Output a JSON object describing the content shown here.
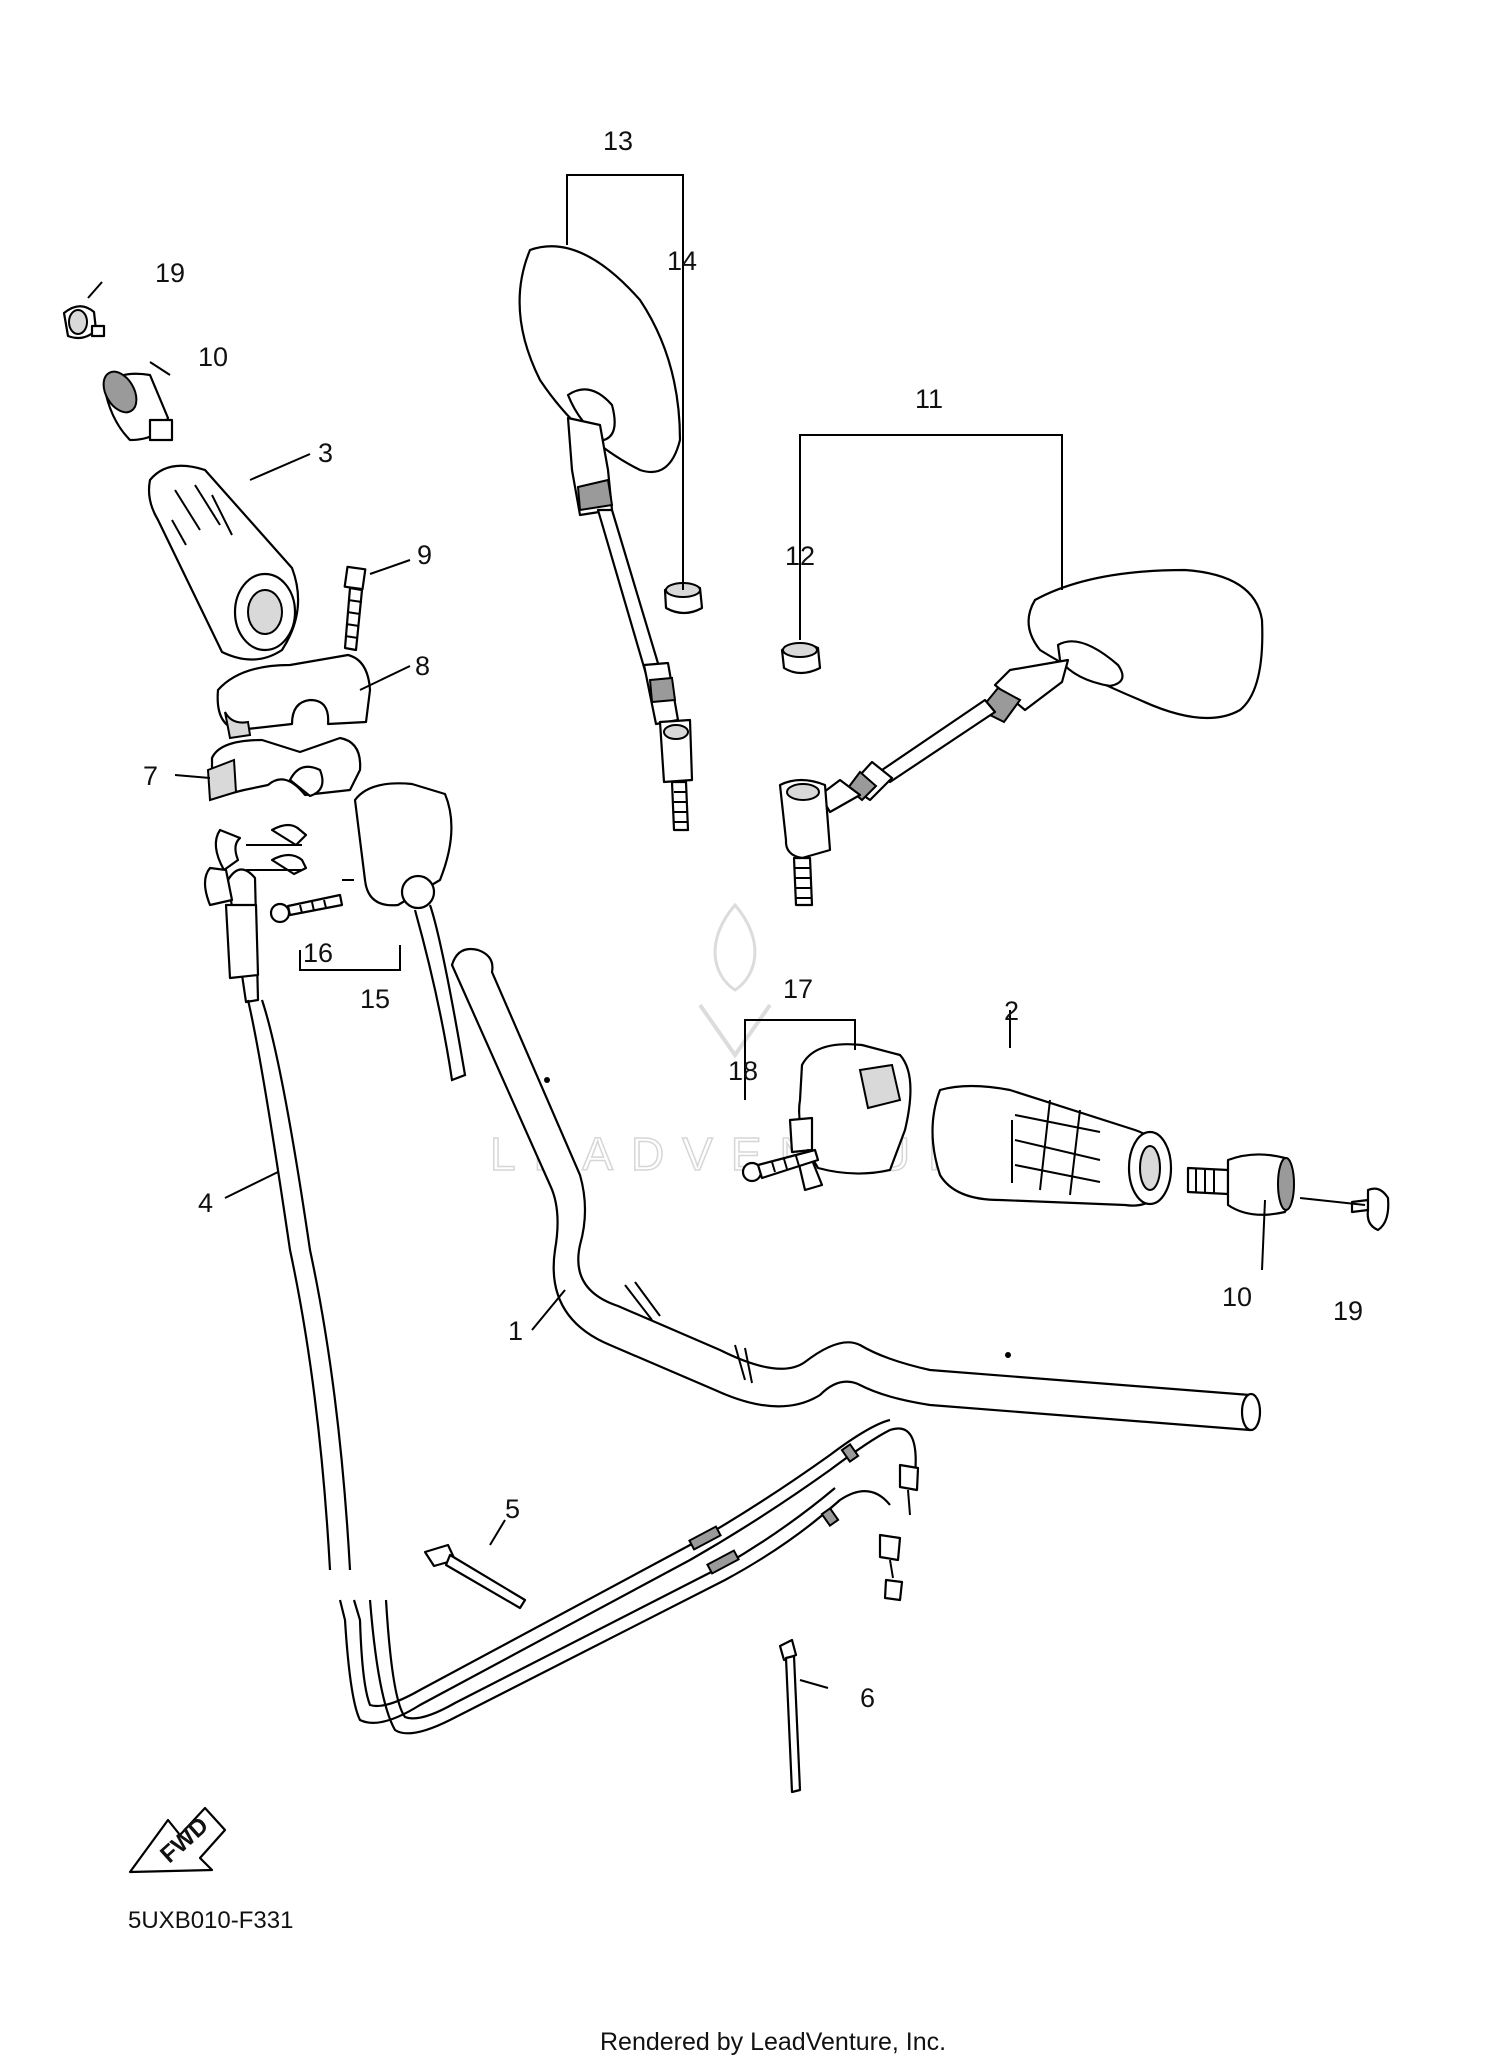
{
  "callouts": [
    {
      "id": "c1",
      "label": "1"
    },
    {
      "id": "c2",
      "label": "2"
    },
    {
      "id": "c3",
      "label": "3"
    },
    {
      "id": "c4",
      "label": "4"
    },
    {
      "id": "c5",
      "label": "5"
    },
    {
      "id": "c6",
      "label": "6"
    },
    {
      "id": "c7",
      "label": "7"
    },
    {
      "id": "c8",
      "label": "8"
    },
    {
      "id": "c9",
      "label": "9"
    },
    {
      "id": "c10a",
      "label": "10"
    },
    {
      "id": "c10b",
      "label": "10"
    },
    {
      "id": "c11",
      "label": "11"
    },
    {
      "id": "c12",
      "label": "12"
    },
    {
      "id": "c13",
      "label": "13"
    },
    {
      "id": "c14",
      "label": "14"
    },
    {
      "id": "c15",
      "label": "15"
    },
    {
      "id": "c16",
      "label": "16"
    },
    {
      "id": "c17",
      "label": "17"
    },
    {
      "id": "c18",
      "label": "18"
    },
    {
      "id": "c19a",
      "label": "19"
    },
    {
      "id": "c19b",
      "label": "19"
    }
  ],
  "fwd_label": "FWD",
  "diagram_code": "5UXB010-F331",
  "watermark": "LEADVENTURE",
  "credit": "Rendered by LeadVenture, Inc."
}
